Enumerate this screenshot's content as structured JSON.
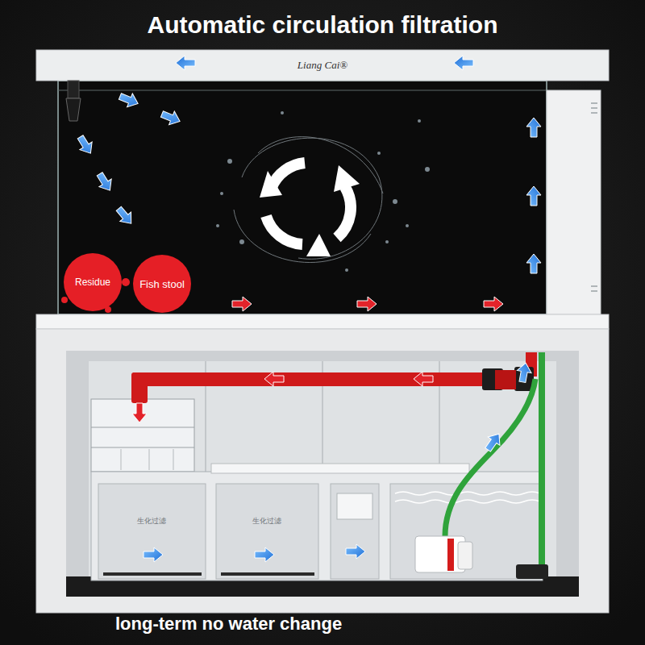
{
  "diagram": {
    "title": "Automatic circulation filtration",
    "caption": "long-term no water change",
    "nodes": [
      {
        "text": [
          "Residue"
        ]
      },
      {
        "text": [
          "Fish stool"
        ]
      }
    ],
    "labels": [
      "Liang Cai®",
      "生化过滤",
      "生化过滤"
    ]
  }
}
